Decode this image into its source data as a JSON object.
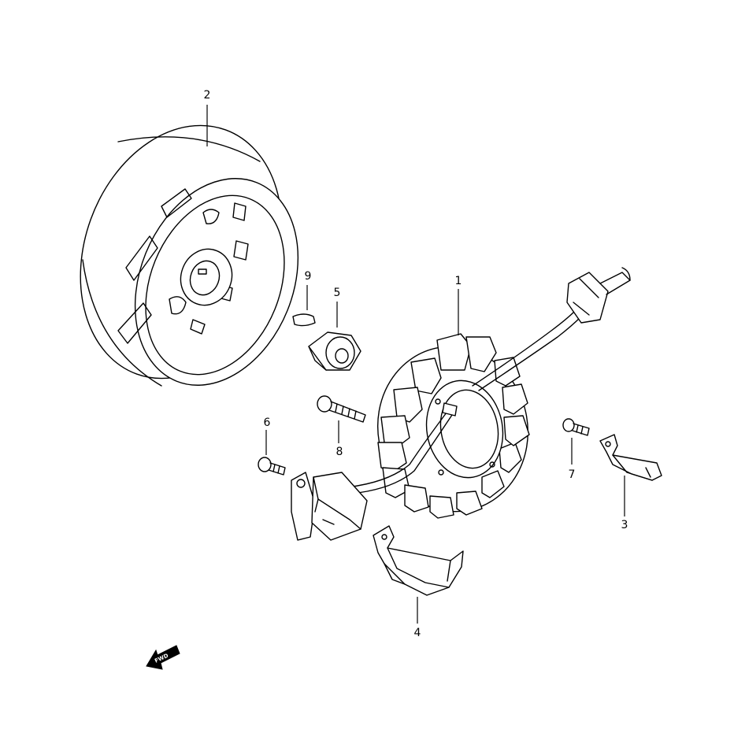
{
  "callouts": {
    "p1": "1",
    "p2": "2",
    "p3": "3",
    "p4": "4",
    "p5": "5",
    "p6": "6",
    "p7": "7",
    "p8": "8",
    "p9": "9"
  },
  "forward_arrow": {
    "label": "FWD",
    "icon": "forward-arrow-icon"
  }
}
